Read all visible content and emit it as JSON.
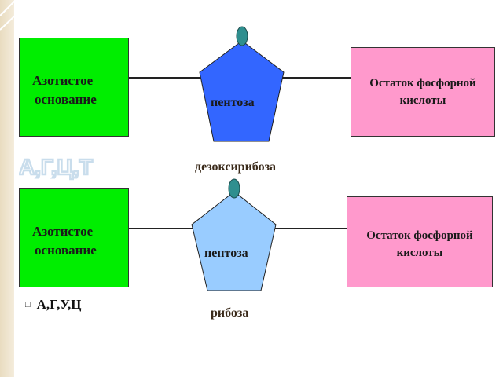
{
  "top": {
    "base_line1": "Азотистое",
    "base_line2": "основание",
    "pentose_label": "пентоза",
    "acid_line1": "Остаток фосфорной",
    "acid_line2": "кислоты",
    "sugar_name": "дезоксирибоза",
    "bases": "А,Г,Ц,Т",
    "pentagon_color": "#3366ff",
    "knob_color": "#2f8f8f"
  },
  "bottom": {
    "base_line1": "Азотистое",
    "base_line2": "основание",
    "pentose_label": "пентоза",
    "acid_line1": "Остаток фосфорной",
    "acid_line2": "кислоты",
    "sugar_name": "рибоза",
    "bases": "А,Г,У,Ц",
    "pentagon_color": "#99ccff",
    "knob_color": "#2f8f8f"
  },
  "colors": {
    "base_box": "#00ee00",
    "acid_box": "#ff99cc",
    "outline_letters": "#c9ddec"
  }
}
